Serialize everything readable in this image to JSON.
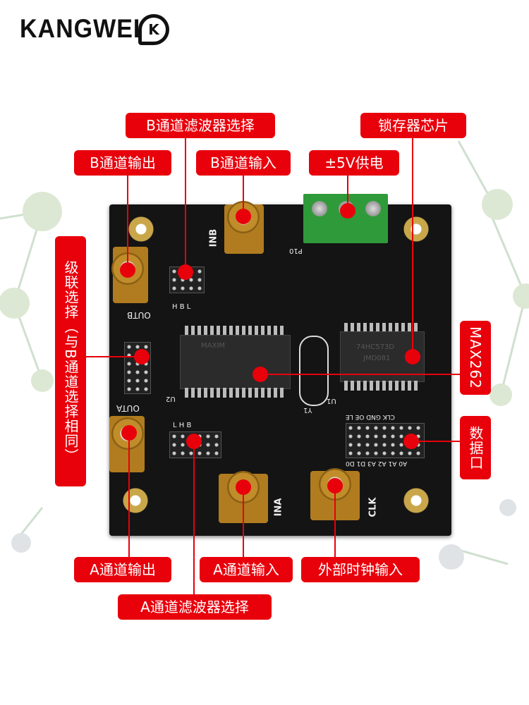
{
  "brand": {
    "logo_text": "KANGWEI",
    "logo_mark": "K"
  },
  "board": {
    "silkscreen": {
      "inb": "INB",
      "outb": "OUTB",
      "outa": "OUTA",
      "ina": "INA",
      "clk": "CLK",
      "p10": "P10",
      "u2": "U2",
      "u1": "U1",
      "y1": "Y1",
      "jumper_hbl": "H B L",
      "jumper_lhb": "L H B",
      "data_pins": "CLK GND OE LE",
      "data_pins_bottom": "A0 A1 A2 A3 D1 D0",
      "chip_latch": "74HC573D",
      "chip_latch_line2": "JMD081",
      "chip_max": "MAXIM"
    }
  },
  "callouts": {
    "b_filter_select": "B通道滤波器选择",
    "latch_chip": "锁存器芯片",
    "b_output": "B通道输出",
    "b_input": "B通道输入",
    "power": "±5V供电",
    "cascade_select": "级联选择（与B通道选择相同）",
    "max262": "MAX262",
    "data_port": "数据口",
    "a_output": "A通道输出",
    "a_input": "A通道输入",
    "ext_clock": "外部时钟输入",
    "a_filter_select": "A通道滤波器选择"
  },
  "colors": {
    "callout": "#e8000b",
    "pcb": "#141414",
    "terminal": "#2f9a3a",
    "gold": "#c18d2a"
  }
}
